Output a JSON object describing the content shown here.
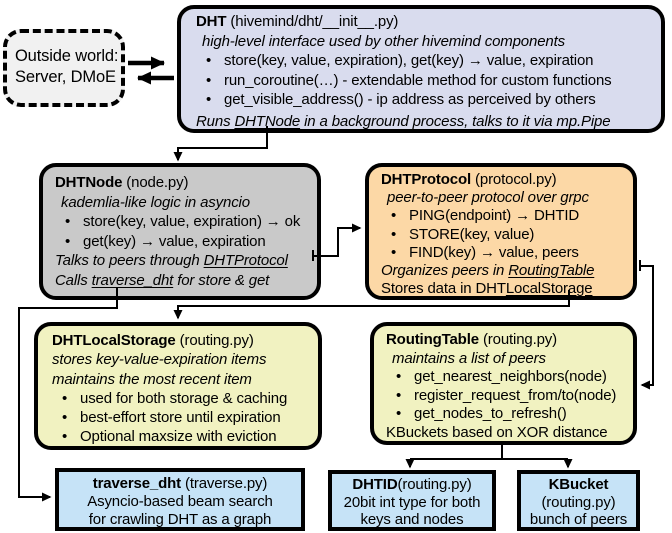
{
  "colors": {
    "dht_fill": "#d9dcee",
    "node_fill": "#c9c9c9",
    "protocol_fill": "#fcd8a6",
    "storage_fill": "#f1f2c1",
    "routing_fill": "#f1f2c1",
    "leaf_fill": "#c6e3f7",
    "outside_fill": "#f1f1f1",
    "line_color": "#000000",
    "background": "#ffffff"
  },
  "outside_world": {
    "line1": "Outside world:",
    "line2": "Server, DMoE"
  },
  "dht": {
    "title": "DHT",
    "file": " (hivemind/dht/__init__.py)",
    "tagline": "high-level interface used by other hivemind components",
    "bullets": [
      "store(key, value, expiration), get(key) → value, expiration",
      "run_coroutine(…) - extendable method for custom functions",
      "get_visible_address() - ip address as perceived by others"
    ],
    "footer": {
      "pre": "Runs ",
      "link": "DHTNode",
      "post": " in a background process, talks to it via mp.Pipe"
    }
  },
  "dhtnode": {
    "title": "DHTNode",
    "file": " (node.py)",
    "tagline": "kademlia-like logic in asyncio",
    "bullets": [
      "store(key, value, expiration) → ok",
      "get(key) → value, expiration"
    ],
    "line_protocol": {
      "pre": "Talks to peers through ",
      "link": "DHTProtocol"
    },
    "line_traverse": {
      "pre": "Calls ",
      "link": "traverse_dht",
      "post": " for store & get"
    }
  },
  "dhtprotocol": {
    "title": "DHTProtocol",
    "file": " (protocol.py)",
    "tagline": "peer-to-peer protocol over grpc",
    "bullets": [
      "PING(endpoint) → DHTID",
      "STORE(key, value)",
      "FIND(key) → value, peers"
    ],
    "line_routing": {
      "pre": "Organizes peers in ",
      "link": "RoutingTable"
    },
    "line_storage": {
      "pre": "Stores data in DHT",
      "link": "LocalStorage"
    }
  },
  "dhtlocalstorage": {
    "title": "DHTLocalStorage",
    "file": " (routing.py)",
    "tagline1": "stores key-value-expiration items",
    "tagline2": "maintains the most recent item",
    "bullets": [
      "used for both storage & caching",
      "best-effort store until expiration",
      "Optional maxsize with eviction"
    ]
  },
  "routingtable": {
    "title": "RoutingTable",
    "file": " (routing.py)",
    "tagline": "maintains a list of peers",
    "bullets": [
      "get_nearest_neighbors(node)",
      "register_request_from/to(node)",
      "get_nodes_to_refresh()"
    ],
    "footer": "KBuckets based on XOR distance"
  },
  "traverse_dht": {
    "title": "traverse_dht",
    "file": " (traverse.py)",
    "line2": "Asyncio-based beam search",
    "line3": "for crawling DHT as a graph"
  },
  "dhtid": {
    "title": "DHTID",
    "file": "(routing.py)",
    "line2": "20bit int type for both",
    "line3": "keys and nodes"
  },
  "kbucket": {
    "title": "KBucket",
    "file": "(routing.py)",
    "line3": "bunch of peers"
  }
}
